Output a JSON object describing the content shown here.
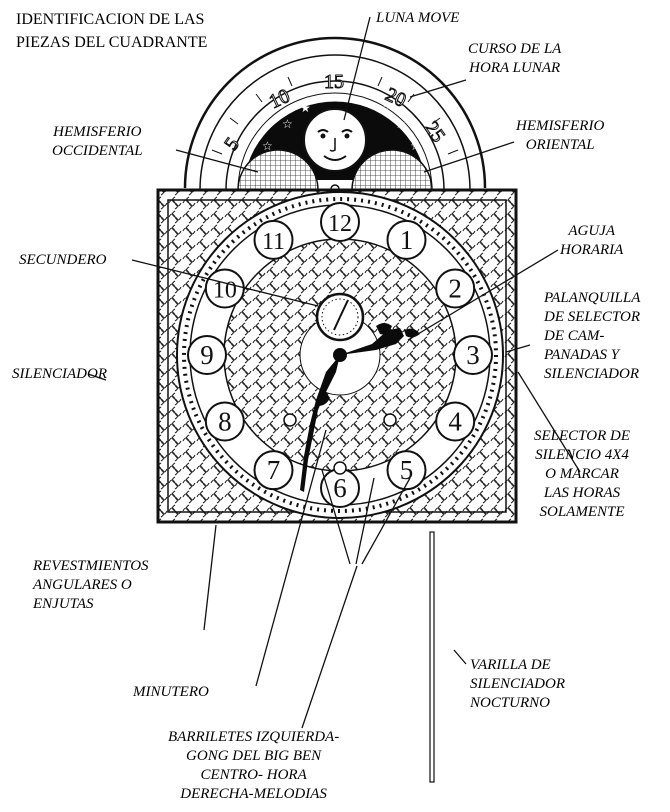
{
  "title_lines": [
    "IDENTIFICACION DE LAS",
    "PIEZAS DEL CUADRANTE"
  ],
  "labels": {
    "luna_move": "LUNA MOVE",
    "curso": [
      "CURSO DE LA",
      "HORA LUNAR"
    ],
    "hem_occ": [
      "HEMISFERIO",
      "OCCIDENTAL"
    ],
    "hem_or": [
      "HEMISFERIO",
      "ORIENTAL"
    ],
    "aguja": [
      "AGUJA",
      "HORARIA"
    ],
    "secundero": "SECUNDERO",
    "palanquilla": [
      "PALANQUILLA",
      "DE SELECTOR",
      "DE CAM-",
      "PANADAS Y",
      "SILENCIADOR"
    ],
    "silenciador": "SILENCIADOR",
    "selector": [
      "SELECTOR DE",
      "SILENCIO 4X4",
      "O MARCAR",
      "LAS HORAS",
      "SOLAMENTE"
    ],
    "revest": [
      "REVESTMIENTOS",
      "ANGULARES O",
      "ENJUTAS"
    ],
    "minutero": "MINUTERO",
    "varilla": [
      "VARILLA DE",
      "SILENCIADOR",
      "NOCTURNO"
    ],
    "barriletes": [
      "BARRILETES IZQUIERDA-",
      "GONG DEL BIG BEN",
      "CENTRO- HORA",
      "DERECHA-MELODIAS"
    ]
  },
  "hours": [
    "12",
    "1",
    "2",
    "3",
    "4",
    "5",
    "6",
    "7",
    "8",
    "9",
    "10",
    "11"
  ],
  "moon_numbers": [
    "5",
    "10",
    "15",
    "20",
    "25"
  ]
}
